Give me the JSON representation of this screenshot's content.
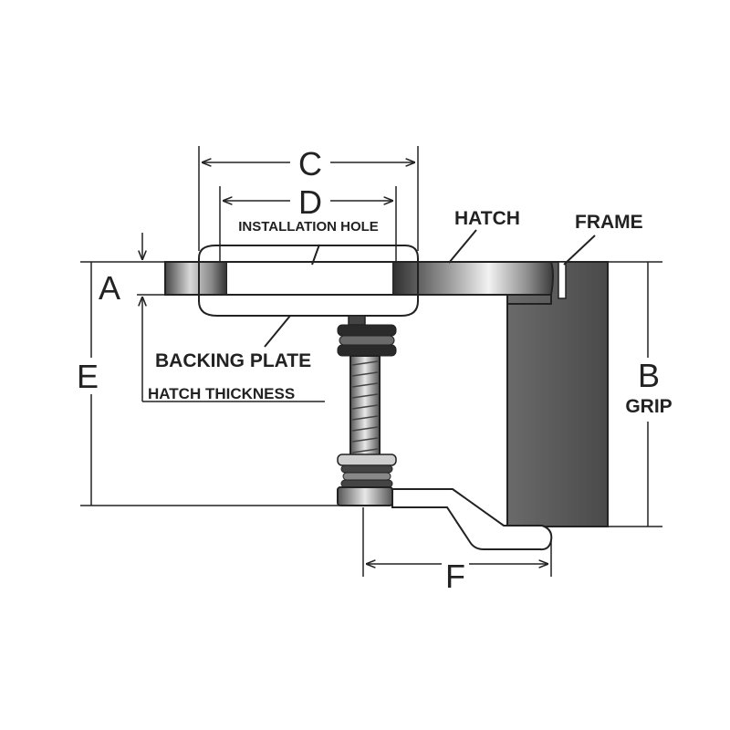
{
  "labels": {
    "c": "C",
    "d": "D",
    "installation_hole": "INSTALLATION HOLE",
    "hatch": "HATCH",
    "frame": "FRAME",
    "a": "A",
    "e": "E",
    "backing_plate": "BACKING PLATE",
    "hatch_thickness": "HATCH THICKNESS",
    "b": "B",
    "grip": "GRIP",
    "f": "F"
  },
  "colors": {
    "line": "#222222",
    "frame_fill": "#5a5a5a",
    "hatch_dark": "#3a3a3a",
    "hatch_light": "#f0f0f0"
  }
}
